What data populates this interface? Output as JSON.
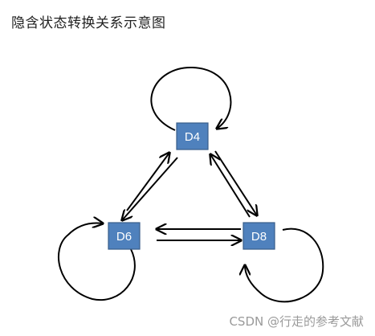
{
  "title": "隐含状态转换关系示意图",
  "nodes": [
    {
      "id": "d4",
      "label": "D4"
    },
    {
      "id": "d6",
      "label": "D6"
    },
    {
      "id": "d8",
      "label": "D8"
    }
  ],
  "colors": {
    "node_fill": "#4f81bd",
    "node_border": "#385d8a",
    "arrow": "#000000",
    "watermark": "#9a9a9a"
  },
  "watermark": "CSDN @行走的参考文献"
}
